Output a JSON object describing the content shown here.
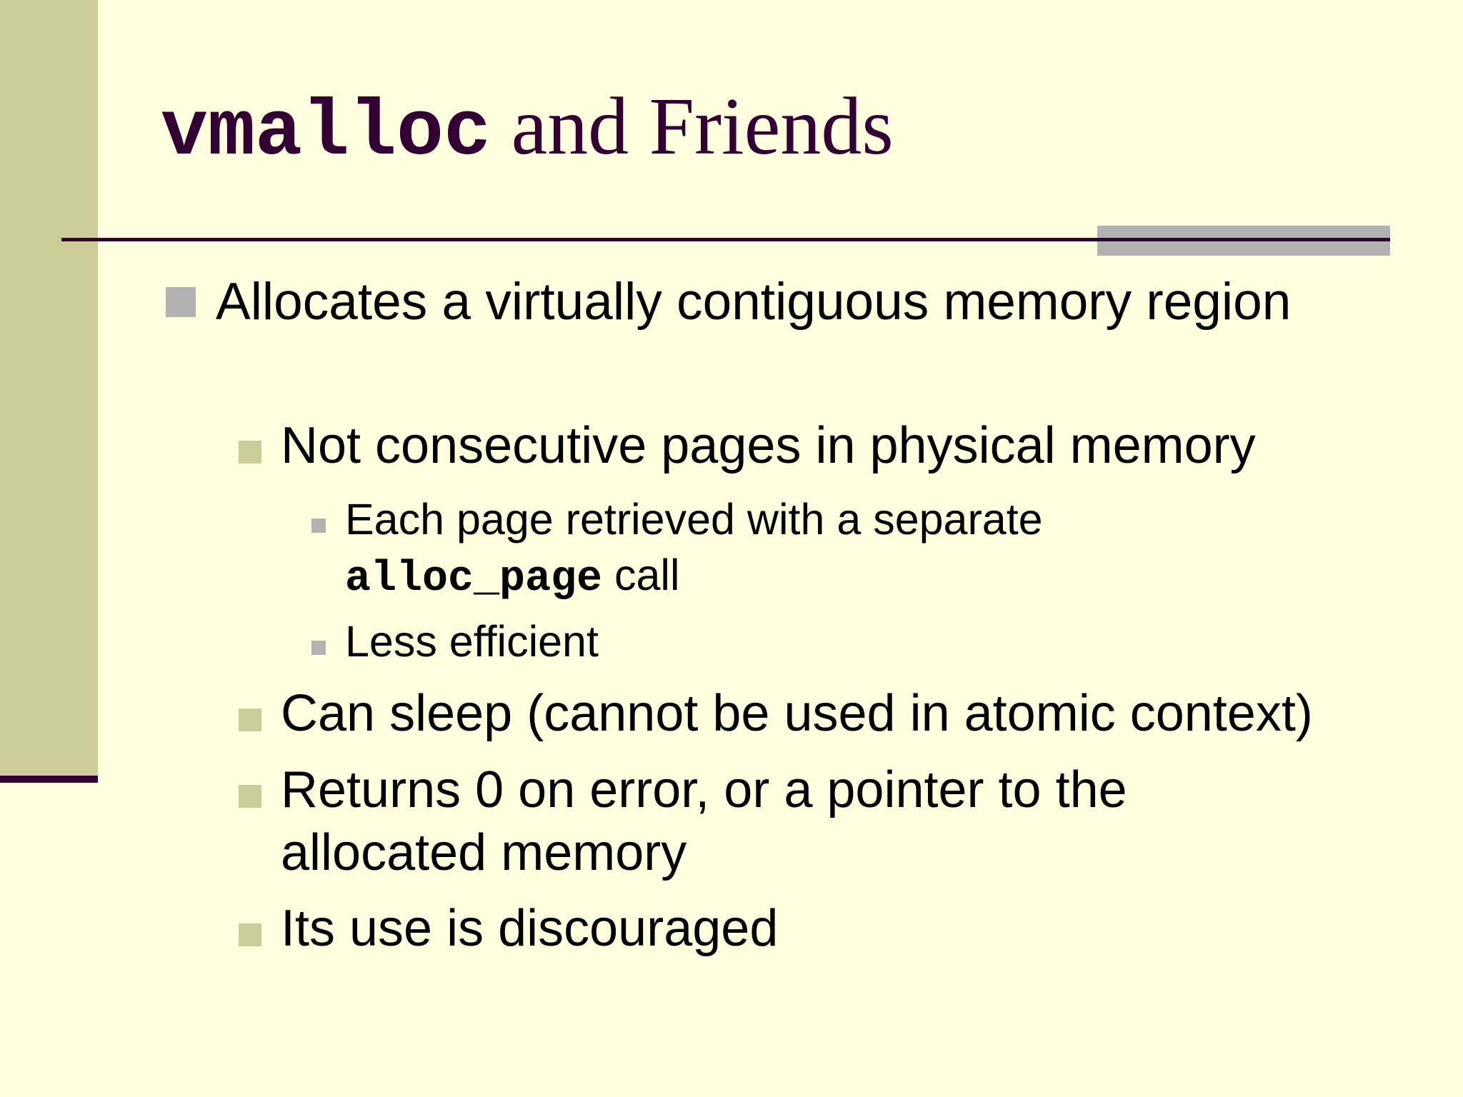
{
  "slide": {
    "title": {
      "code": "vmalloc",
      "text": " and Friends"
    },
    "bullets": {
      "b1": "Allocates a virtually contiguous memory region",
      "b1_1": "Not consecutive pages in physical memory",
      "b1_1_1_text": "Each page retrieved with a separate",
      "b1_1_1_code": "alloc_page",
      "b1_1_1_tail": " call",
      "b1_1_2": "Less efficient",
      "b1_2": "Can sleep (cannot be used in atomic context)",
      "b1_3": "Returns 0 on error, or a pointer to the allocated memory",
      "b1_4": "Its use is discouraged"
    }
  },
  "colors": {
    "background": "#ffffe0",
    "left_band": "#cccc99",
    "accent": "#330033",
    "shadow": "#b2b2b2",
    "bullet_l1": "#b2b2b2",
    "bullet_l2": "#cccc99"
  }
}
